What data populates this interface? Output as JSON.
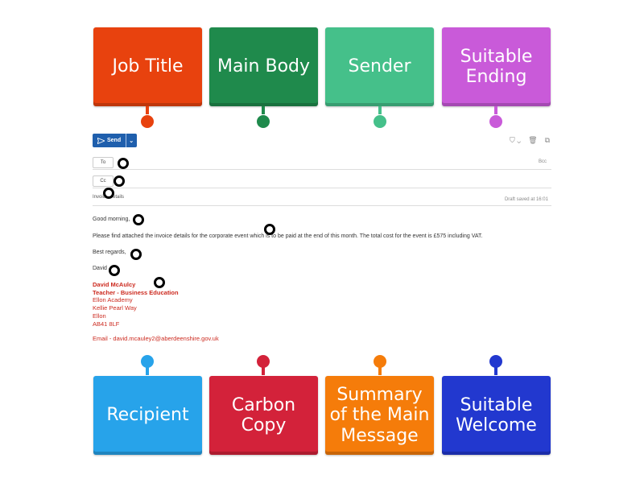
{
  "labels_top": [
    {
      "text_lines": [
        "Job Title"
      ],
      "color": "#e8420e"
    },
    {
      "text_lines": [
        "Main Body"
      ],
      "color": "#1f8a4c"
    },
    {
      "text_lines": [
        "Sender"
      ],
      "color": "#45c08a"
    },
    {
      "text_lines": [
        "Suitable",
        "Ending"
      ],
      "color": "#c95ad9"
    }
  ],
  "labels_bottom": [
    {
      "text_lines": [
        "Recipient"
      ],
      "color": "#27a3ea"
    },
    {
      "text_lines": [
        "Carbon",
        "Copy"
      ],
      "color": "#d3223a"
    },
    {
      "text_lines": [
        "Summary",
        "of the Main",
        "Message"
      ],
      "color": "#f57c0a"
    },
    {
      "text_lines": [
        "Suitable",
        "Welcome"
      ],
      "color": "#2238cf"
    }
  ],
  "email": {
    "send_label": "Send",
    "to_label": "To",
    "cc_label": "Cc",
    "bcc_label": "Bcc",
    "subject": "Invoice Details",
    "draft_status": "Draft saved at 16:01",
    "greeting": "Good morning,",
    "body": "Please find attached the invoice details for the corporate event which is to be paid at the end of this month. The total cost for the event is £575 including VAT.",
    "closing": "Best regards,",
    "sender_first": "David",
    "signature": {
      "name": "David McAulcy",
      "title": "Teacher - Business Education",
      "school": "Ellon Academy",
      "street": "Kellie Pearl Way",
      "town": "Ellon",
      "postcode": "AB41 8LF",
      "email": "Email - david.mcauley2@aberdeenshire.gov.uk"
    }
  },
  "icons": {
    "send": "send-icon",
    "dropdown": "chevron-down-icon",
    "sensitivity": "shield-icon",
    "delete": "trash-icon",
    "popout": "popout-icon"
  }
}
